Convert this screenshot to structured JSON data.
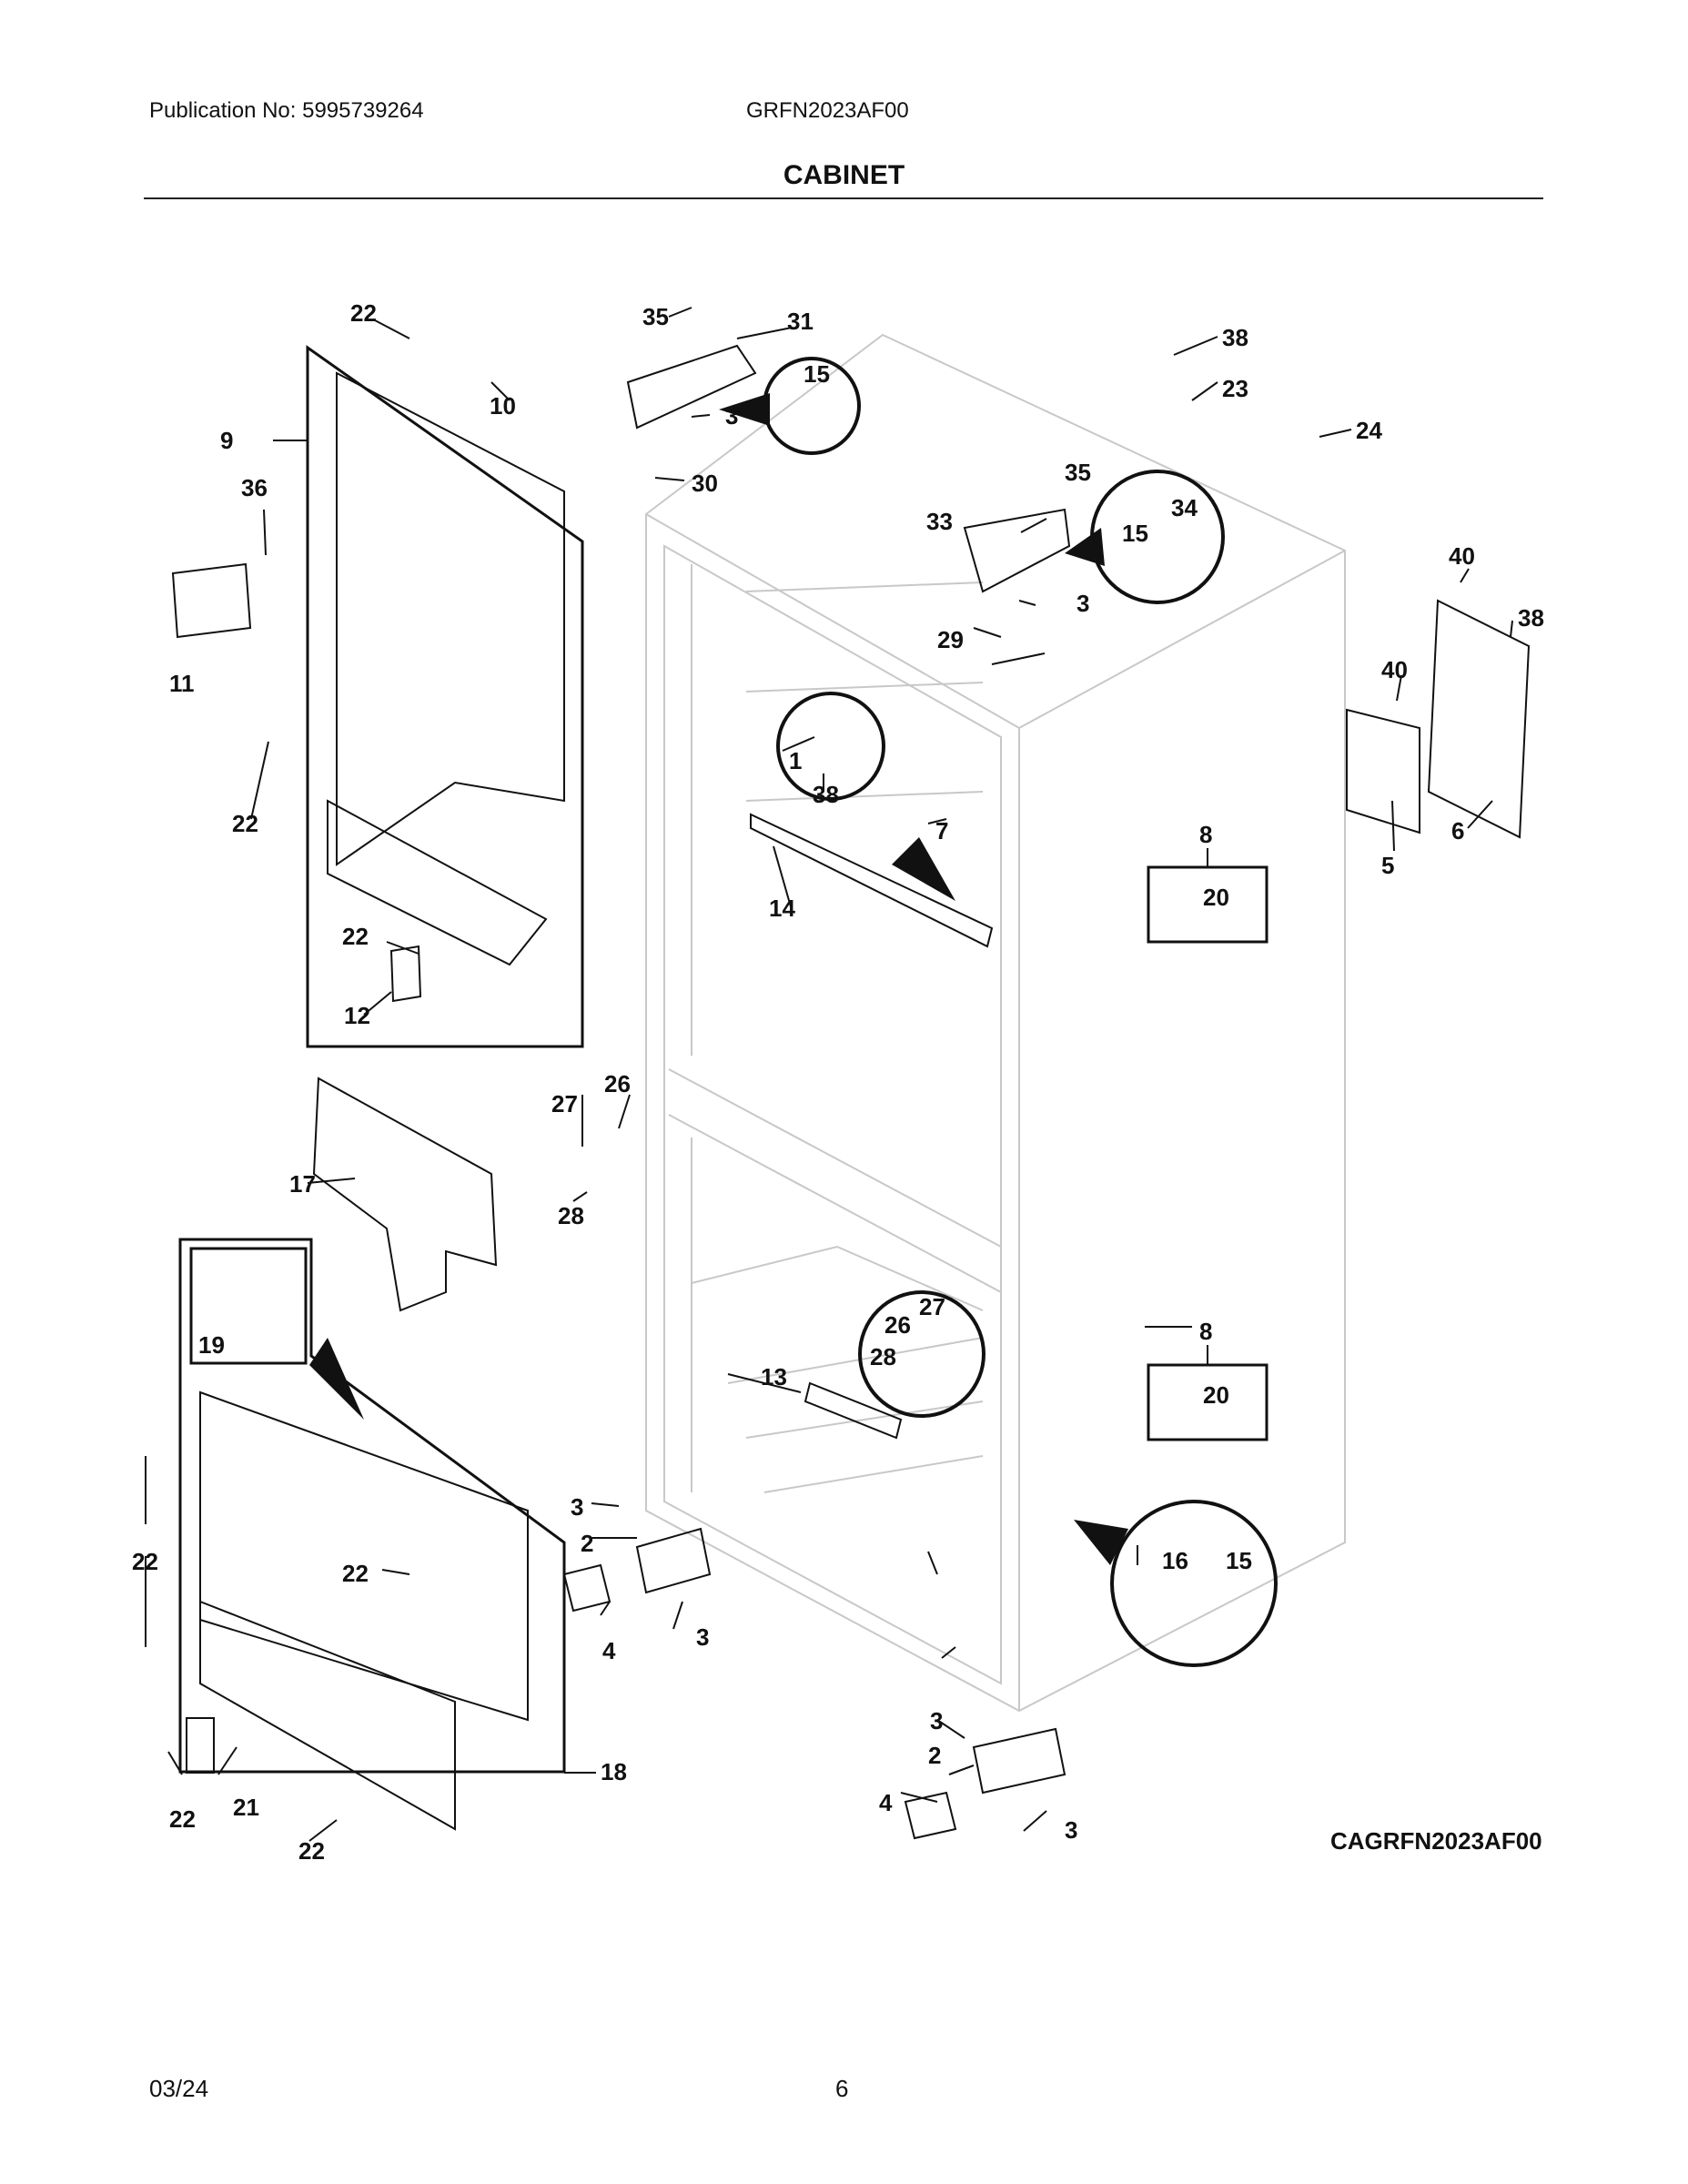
{
  "header": {
    "publication": "Publication No: 5995739264",
    "model": "GRFN2023AF00",
    "section_title": "CABINET"
  },
  "diagram": {
    "code": "CAGRFN2023AF00",
    "callouts": {
      "c1": "1",
      "c2a": "2",
      "c2b": "2",
      "c3a": "3",
      "c3b": "3",
      "c3c": "3",
      "c3d": "3",
      "c3e": "3",
      "c3f": "3",
      "c4a": "4",
      "c4b": "4",
      "c5": "5",
      "c6": "6",
      "c7": "7",
      "c8a": "8",
      "c8b": "8",
      "c9": "9",
      "c10": "10",
      "c11": "11",
      "c12": "12",
      "c13": "13",
      "c14": "14",
      "c15a": "15",
      "c15b": "15",
      "c15c": "15",
      "c16": "16",
      "c17": "17",
      "c18": "18",
      "c19": "19",
      "c20a": "20",
      "c20b": "20",
      "c21": "21",
      "c22a": "22",
      "c22b": "22",
      "c22c": "22",
      "c22d": "22",
      "c22e": "22",
      "c22f": "22",
      "c22g": "22",
      "c23": "23",
      "c24": "24",
      "c26a": "26",
      "c26b": "26",
      "c27a": "27",
      "c27b": "27",
      "c28a": "28",
      "c28b": "28",
      "c29": "29",
      "c30": "30",
      "c31": "31",
      "c33": "33",
      "c34": "34",
      "c35a": "35",
      "c35b": "35",
      "c36": "36",
      "c38a": "38",
      "c38b": "38",
      "c38c": "38",
      "c40a": "40",
      "c40b": "40"
    }
  },
  "footer": {
    "date": "03/24",
    "page": "6"
  }
}
